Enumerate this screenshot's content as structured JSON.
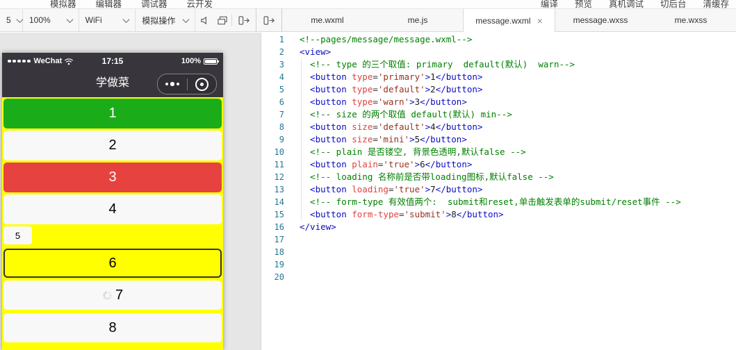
{
  "menubar": {
    "left": [
      "模拟器",
      "编辑器",
      "调试器",
      "云开发"
    ],
    "right": [
      "编译",
      "预览",
      "真机调试",
      "切后台",
      "清缓存"
    ]
  },
  "toolbar": {
    "device": "5",
    "zoom": "100%",
    "network": "WiFi",
    "sim_action": "模拟操作",
    "icons": [
      "volume-muted",
      "overlapping-windows",
      "toggle-panel-right",
      "toggle-panel-right"
    ]
  },
  "tabs": {
    "close_label": "×",
    "items": [
      {
        "label": "me.wxml",
        "active": false,
        "closable": false
      },
      {
        "label": "me.js",
        "active": false,
        "closable": false
      },
      {
        "label": "message.wxml",
        "active": true,
        "closable": true
      },
      {
        "label": "message.wxss",
        "active": false,
        "closable": false
      },
      {
        "label": "me.wxss",
        "active": false,
        "closable": false
      }
    ]
  },
  "simulator": {
    "status": {
      "carrier": "WeChat",
      "time": "17:15",
      "battery": "100%"
    },
    "nav": {
      "title": "学做菜"
    },
    "buttons": [
      {
        "label": "1",
        "style": "primary"
      },
      {
        "label": "2",
        "style": "default"
      },
      {
        "label": "3",
        "style": "warn"
      },
      {
        "label": "4",
        "style": "default"
      },
      {
        "label": "5",
        "style": "mini"
      },
      {
        "label": "6",
        "style": "plain"
      },
      {
        "label": "7",
        "style": "loading"
      },
      {
        "label": "8",
        "style": "default-last"
      }
    ]
  },
  "editor": {
    "lines": [
      {
        "num": "1",
        "tokens": [
          [
            "cm",
            "<!--pages/message/message.wxml-->"
          ]
        ]
      },
      {
        "num": "2",
        "tokens": [
          [
            "tg",
            "<view>"
          ]
        ]
      },
      {
        "num": "3",
        "tokens": [
          [
            "cm",
            "  <!-- type 的三个取值: primary  default(默认)  warn-->"
          ]
        ]
      },
      {
        "num": "4",
        "tokens": [
          [
            "tg",
            "  <button"
          ],
          [
            "at",
            " type"
          ],
          [
            "eq",
            "="
          ],
          [
            "st",
            "'primary'"
          ],
          [
            "tg",
            ">"
          ],
          [
            "tx",
            "1"
          ],
          [
            "tg",
            "</button>"
          ]
        ]
      },
      {
        "num": "5",
        "tokens": [
          [
            "tg",
            "  <button"
          ],
          [
            "at",
            " type"
          ],
          [
            "eq",
            "="
          ],
          [
            "st",
            "'default'"
          ],
          [
            "tg",
            ">"
          ],
          [
            "tx",
            "2"
          ],
          [
            "tg",
            "</button>"
          ]
        ]
      },
      {
        "num": "6",
        "tokens": [
          [
            "tg",
            "  <button"
          ],
          [
            "at",
            " type"
          ],
          [
            "eq",
            "="
          ],
          [
            "st",
            "'warn'"
          ],
          [
            "tg",
            ">"
          ],
          [
            "tx",
            "3"
          ],
          [
            "tg",
            "</button>"
          ]
        ]
      },
      {
        "num": "7",
        "tokens": [
          [
            "cm",
            "  <!-- size 的两个取值 default(默认) min-->"
          ]
        ]
      },
      {
        "num": "8",
        "tokens": [
          [
            "tg",
            "  <button"
          ],
          [
            "at",
            " size"
          ],
          [
            "eq",
            "="
          ],
          [
            "st",
            "'default'"
          ],
          [
            "tg",
            ">"
          ],
          [
            "tx",
            "4"
          ],
          [
            "tg",
            "</button>"
          ]
        ]
      },
      {
        "num": "9",
        "tokens": [
          [
            "tg",
            "  <button"
          ],
          [
            "at",
            " size"
          ],
          [
            "eq",
            "="
          ],
          [
            "st",
            "'mini'"
          ],
          [
            "tg",
            ">"
          ],
          [
            "tx",
            "5"
          ],
          [
            "tg",
            "</button>"
          ]
        ]
      },
      {
        "num": "10",
        "tokens": [
          [
            "cm",
            "  <!-- plain 是否镂空, 背景色透明,默认false -->"
          ]
        ]
      },
      {
        "num": "11",
        "tokens": [
          [
            "tg",
            "  <button"
          ],
          [
            "at",
            " plain"
          ],
          [
            "eq",
            "="
          ],
          [
            "st",
            "'true'"
          ],
          [
            "tg",
            ">"
          ],
          [
            "tx",
            "6"
          ],
          [
            "tg",
            "</button>"
          ]
        ]
      },
      {
        "num": "12",
        "tokens": [
          [
            "cm",
            "  <!-- loading 名称前是否带loading图标,默认false -->"
          ]
        ]
      },
      {
        "num": "13",
        "tokens": [
          [
            "tg",
            "  <button"
          ],
          [
            "at",
            " loading"
          ],
          [
            "eq",
            "="
          ],
          [
            "st",
            "'true'"
          ],
          [
            "tg",
            ">"
          ],
          [
            "tx",
            "7"
          ],
          [
            "tg",
            "</button>"
          ]
        ]
      },
      {
        "num": "14",
        "tokens": [
          [
            "cm",
            "  <!-- form-type 有效值两个:  submit和reset,单击触发表单的submit/reset事件 -->"
          ]
        ]
      },
      {
        "num": "15",
        "tokens": [
          [
            "tg",
            "  <button"
          ],
          [
            "at",
            " form-type"
          ],
          [
            "eq",
            "="
          ],
          [
            "st",
            "'submit'"
          ],
          [
            "tg",
            ">"
          ],
          [
            "tx",
            "8"
          ],
          [
            "tg",
            "</button>"
          ]
        ]
      },
      {
        "num": "16",
        "tokens": [
          [
            "tg",
            "</view>"
          ]
        ]
      },
      {
        "num": "17",
        "tokens": []
      },
      {
        "num": "18",
        "tokens": []
      },
      {
        "num": "19",
        "tokens": []
      },
      {
        "num": "20",
        "tokens": []
      }
    ]
  },
  "colors": {
    "primary": "#1aad19",
    "warn": "#e64340",
    "btn_default": "#f8f8f8",
    "page_bg": "#ffff00",
    "nav_bg": "#38363c",
    "comment": "#008000",
    "tag": "#0b0bc4",
    "attr": "#e0413e",
    "string": "#96321d",
    "line_number": "#237893"
  }
}
